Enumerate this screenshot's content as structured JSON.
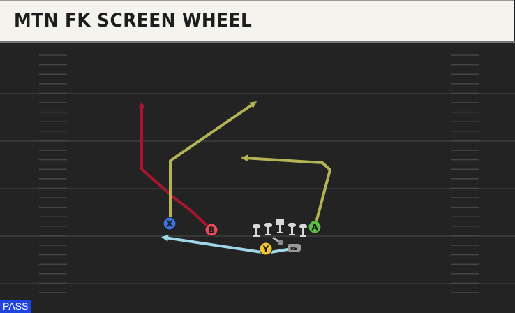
{
  "title": "MTN FK SCREEN WHEEL",
  "play_type": "PASS",
  "colors": {
    "background": "#232323",
    "title_bar": "#f4f3ee",
    "yard_line": "#3e3e3e",
    "hash": "#4a4a4a",
    "route_red": "#a8152f",
    "route_olive": "#b4b454",
    "route_lightblue": "#9fd6e8",
    "player_x": "#3b72e0",
    "player_b": "#e84a5a",
    "player_a": "#5cbd45",
    "player_y": "#f2c532",
    "badge": "#1f44e0"
  },
  "players": [
    {
      "id": "x",
      "label": "X"
    },
    {
      "id": "b",
      "label": "B"
    },
    {
      "id": "a",
      "label": "A"
    },
    {
      "id": "y",
      "label": "Y"
    },
    {
      "id": "rb",
      "label": "RB"
    }
  ]
}
